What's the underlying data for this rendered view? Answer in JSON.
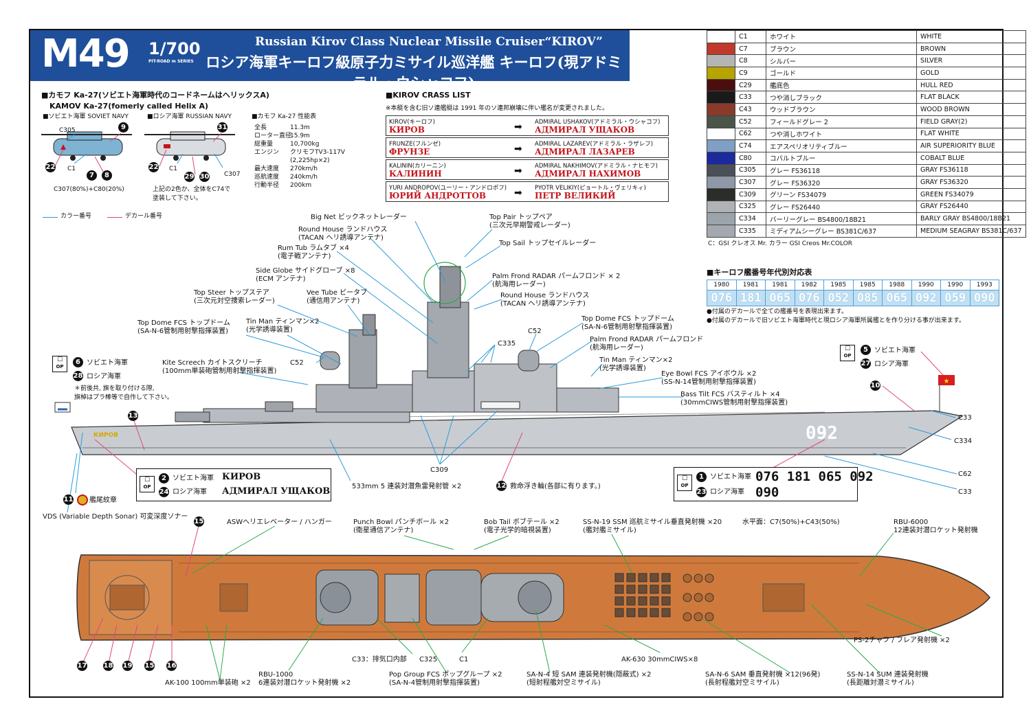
{
  "header": {
    "model": "M49",
    "scale": "1/700",
    "series": "PIT-ROAD m SERIES",
    "title_en": "Russian Kirov Class Nuclear Missile Cruiser“KIROV”",
    "title_jp": "ロシア海軍キーロフ級原子力ミサイル巡洋艦 キーロフ(現アドミラル・ウシャコフ)"
  },
  "helicopter": {
    "heading_jp": "■カモフ Ka-27(ソビエト海軍時代のコードネームはヘリックスA)",
    "heading_en": "KAMOV Ka-27(fomerly called Helix A)",
    "soviet_label": "■ソビエト海軍 SOVIET NAVY",
    "russian_label": "■ロシア海軍 RUSSIAN NAVY",
    "spec_label": "■カモフ Ka-27 性能表",
    "specs": [
      {
        "k": "全長",
        "v": "11.3m"
      },
      {
        "k": "ローター直径",
        "v": "15.9m"
      },
      {
        "k": "総重量",
        "v": "10,700kg"
      },
      {
        "k": "エンジン",
        "v": "クリモフTV3-117V"
      },
      {
        "k": "",
        "v": "(2,225hp×2)"
      },
      {
        "k": "最大速度",
        "v": "270km/h"
      },
      {
        "k": "巡航速度",
        "v": "240km/h"
      },
      {
        "k": "行動半径",
        "v": "200km"
      }
    ],
    "soviet_color_top": "C305",
    "soviet_decal_top": "9",
    "soviet_decal_left": "22",
    "soviet_color_left": "C1",
    "soviet_decal_7": "7",
    "soviet_decal_8": "8",
    "soviet_mix": "C307(80%)+C80(20%)",
    "russian_decal_top": "31",
    "russian_decal_left": "22",
    "russian_color_left": "C1",
    "russian_decal_29": "29",
    "russian_decal_30": "30",
    "russian_color_right": "C307",
    "note_line1": "上記の2色か、全体をC74で",
    "note_line2": "塗装して下さい。"
  },
  "legend": {
    "color_no": "カラー番号",
    "decal_no": "デカール番号"
  },
  "kirov_list": {
    "heading": "■KIROV CRASS LIST",
    "note": "※本艇を含む旧ソ連艦艇は 1991 年のソ連邦崩壊に伴い艦名が変更されました。",
    "rows": [
      {
        "old_en": "KIROV(キーロフ)",
        "old_ru": "КИРОВ",
        "new_en": "ADMIRAL USHAKOV(アドミラル・ウシャコフ)",
        "new_ru": "АДМИРАЛ УЩАКОВ"
      },
      {
        "old_en": "FRUNZE(フルンゼ)",
        "old_ru": "ФРУНЗЕ",
        "new_en": "ADMIRAL LAZAREV(アドミラル・ラザレフ)",
        "new_ru": "АДМИРАЛ ЛАЗАРЕВ"
      },
      {
        "old_en": "KALININ(カリーニン)",
        "old_ru": "КАЛИНИН",
        "new_en": "ADMIRAL NAKHIMOV(アドミラル・ナヒモフ)",
        "new_ru": "АДМИРАЛ НАХИМОВ"
      },
      {
        "old_en": "YURI ANDROPOV(ユーリー・アンドロポフ)",
        "old_ru": "ЮРИЙ АНДРОТТОВ",
        "new_en": "PYOTR VELIKIY(ピョートル・ヴェリキィ)",
        "new_ru": "ПЕТР ВЕЛИКИЙ"
      }
    ],
    "arrow": "➡"
  },
  "colors": {
    "rows": [
      {
        "code": "C1",
        "jp": "ホワイト",
        "en": "WHITE",
        "hex": "#ffffff"
      },
      {
        "code": "C7",
        "jp": "ブラウン",
        "en": "BROWN",
        "hex": "#c0392b"
      },
      {
        "code": "C8",
        "jp": "シルバー",
        "en": "SILVER",
        "hex": "#b5b5b5"
      },
      {
        "code": "C9",
        "jp": "ゴールド",
        "en": "GOLD",
        "hex": "#b8a400"
      },
      {
        "code": "C29",
        "jp": "艦底色",
        "en": "HULL RED",
        "hex": "#4a0e0e"
      },
      {
        "code": "C33",
        "jp": "つや消しブラック",
        "en": "FLAT BLACK",
        "hex": "#1a1a1a"
      },
      {
        "code": "C43",
        "jp": "ウッドブラウン",
        "en": "WOOD BROWN",
        "hex": "#8a3a2a"
      },
      {
        "code": "C52",
        "jp": "フィールドグレー 2",
        "en": "FIELD GRAY(2)",
        "hex": "#4b5448"
      },
      {
        "code": "C62",
        "jp": "つや消しホワイト",
        "en": "FLAT WHITE",
        "hex": "#ffffff"
      },
      {
        "code": "C74",
        "jp": "エアスペリオリティブルー",
        "en": "AIR SUPERIORITY BLUE",
        "hex": "#7f9fc4"
      },
      {
        "code": "C80",
        "jp": "コバルトブルー",
        "en": "COBALT BLUE",
        "hex": "#1c2a9e"
      },
      {
        "code": "C305",
        "jp": "グレー FS36118",
        "en": "GRAY FS36118",
        "hex": "#4a5058"
      },
      {
        "code": "C307",
        "jp": "グレー FS36320",
        "en": "GRAY FS36320",
        "hex": "#8e98a6"
      },
      {
        "code": "C309",
        "jp": "グリーン FS34079",
        "en": "GREEN FS34079",
        "hex": "#2a2d28"
      },
      {
        "code": "C325",
        "jp": "グレー FS26440",
        "en": "GRAY FS26440",
        "hex": "#b0b3b5"
      },
      {
        "code": "C334",
        "jp": "バーリーグレー BS4800/18B21",
        "en": "BARLY GRAY BS4800/18B21",
        "hex": "#9ba3ab"
      },
      {
        "code": "C335",
        "jp": "ミディアムシーグレー BS381C/637",
        "en": "MEDIUM SEAGRAY BS381C/637",
        "hex": "#a4a9af"
      }
    ],
    "footnote": "C：GSI クレオス Mr. カラー GSI Creos Mr.COLOR"
  },
  "hull_numbers": {
    "heading": "■キーロフ艦番号年代別対応表",
    "years": [
      "1980",
      "1981",
      "1981",
      "1982",
      "1985",
      "1985",
      "1988",
      "1990",
      "1990",
      "1993"
    ],
    "numbers": [
      "076",
      "181",
      "065",
      "076",
      "052",
      "085",
      "065",
      "092",
      "059",
      "090"
    ],
    "note1": "●付属のデカールで全ての艦番号を表現出来ます。",
    "note2": "●付属のデカールで旧ソビエト海軍時代と現ロシア海軍所属艦とを作り分ける事が出来ます。"
  },
  "side_callouts": {
    "big_net": "Big Net ビックネットレーダー",
    "round_house_1": "Round House ランドハウス",
    "round_house_1b": "(TACAN ヘリ誘導アンテナ)",
    "rum_tub": "Rum Tub ラムタブ ×4",
    "rum_tub_b": "(電子戦アンテナ)",
    "side_globe": "Side Globe サイドグローブ ×8",
    "side_globe_b": "(ECM アンテナ)",
    "top_steer": "Top Steer トップステア",
    "top_steer_b": "(三次元対空捜索レーダー)",
    "vee_tube": "Vee Tube ビータブ",
    "vee_tube_b": "(通信用アンテナ)",
    "top_dome_1": "Top Dome FCS トップドーム",
    "top_dome_1b": "(SA-N-6管制用射撃指揮装置)",
    "tin_man_1": "Tin Man ティンマン×2",
    "tin_man_1b": "(光学誘導装置)",
    "kite_screech": "Kite Screech カイトスクリーチ",
    "kite_screech_b": "(100mm単装砲管制用射撃指揮装置)",
    "c52_left": "C52",
    "top_pair": "Top Pair トップペア",
    "top_pair_b": "(三次元早期警戒レーダー)",
    "top_sail": "Top Sail トップセイルレーダー",
    "palm_frond_1": "Palm Frond RADAR パームフロンド × 2",
    "palm_frond_1b": "(航海用レーダー)",
    "round_house_2": "Round House ランドハウス",
    "round_house_2b": "(TACAN ヘリ誘導アンテナ)",
    "top_dome_2": "Top Dome FCS トップドーム",
    "top_dome_2b": "(SA-N-6管制用射撃指揮装置)",
    "c52_right": "C52",
    "c335": "C335",
    "palm_frond_2": "Palm Frond RADAR パームフロンド",
    "palm_frond_2b": "(航海用レーダー)",
    "tin_man_2": "Tin Man ティンマン×2",
    "tin_man_2b": "(光学誘導装置)",
    "eye_bowl": "Eye Bowl FCS アイボウル ×2",
    "eye_bowl_b": "(SS-N-14管制用射撃指揮装置)",
    "bass_tilt": "Bass Tilt FCS バスティルト ×4",
    "bass_tilt_b": "(30mmCIWS管制用射撃指揮装置)",
    "c33_a": "C33",
    "c334": "C334",
    "c62": "C62",
    "c33_b": "C33",
    "c309": "C309",
    "torpedo": "533mm 5 連装対潜魚雷発射管 ×2",
    "lifebuoy": "救命浮き輪(各部に有ります。)",
    "vds": "VDS (Variable Depth Sonar) 可変深度ソナー",
    "emblem": "艦尾紋章",
    "hull_side_no": "092",
    "stern_name": "КИРОВ"
  },
  "flags": {
    "stern_soviet": "ソビエト海軍",
    "stern_russian": "ロシア海軍",
    "stern_soviet_no": "6",
    "stern_russian_no": "28",
    "stern_note1": "＊前後共, 旗を取り付ける際,",
    "stern_note2": "旗棹はプラ棒等で自作して下さい。",
    "bow_soviet": "ソビエト海軍",
    "bow_russian": "ロシア海軍",
    "bow_soviet_no": "5",
    "bow_russian_no": "27",
    "op": "OP"
  },
  "name_box": {
    "soviet_no": "2",
    "russian_no": "24",
    "soviet": "ソビエト海軍",
    "russian": "ロシア海軍",
    "soviet_name": "КИРОВ",
    "russian_name": "АДМИРАЛ УЩАКОВ"
  },
  "number_box": {
    "soviet_no": "1",
    "russian_no": "23",
    "soviet": "ソビエト海軍",
    "russian": "ロシア海軍",
    "soviet_nums": "076 181 065 092",
    "russian_nums": "090"
  },
  "decals": {
    "d10": "10",
    "d11": "11",
    "d12": "12",
    "d13": "13",
    "d15a": "15",
    "d15b": "15",
    "d16": "16",
    "d17": "17",
    "d18": "18",
    "d19": "19"
  },
  "deck_callouts": {
    "asw_elevator": "ASWヘリエレベーター / ハンガー",
    "punch_bowl": "Punch Bowl パンチボール ×2",
    "punch_bowl_b": "(衛星通信アンテナ)",
    "bob_tail": "Bob Tail ボブテール ×2",
    "bob_tail_b": "(電子光学的暗視装置)",
    "ssn19": "SS-N-19 SSM 巡航ミサイル垂直発射機 ×20",
    "ssn19_b": "(艦対艦ミサイル)",
    "deck_color": "水平面：C7(50%)+C43(50%)",
    "rbu6000": "RBU-6000",
    "rbu6000_b": "12連装対潜ロケット発射機",
    "ps2": "PS-2チャフ / フレア発射機 ×2",
    "c33_exhaust": "C33：排気口内部",
    "c325": "C325",
    "c1": "C1",
    "ak630": "AK-630 30mmCIWS×8",
    "rbu1000": "RBU-1000",
    "rbu1000_b": "6連装対潜ロケット発射機 ×2",
    "ak100": "AK-100 100mm単装砲 ×2",
    "pop_group": "Pop Group FCS ポップグループ ×2",
    "pop_group_b": "(SA-N-4管制用射撃指揮装置)",
    "san4": "SA-N-4 短 SAM 連装発射機(隠蔽式) ×2",
    "san4_b": "(短射程艦対空ミサイル)",
    "san6": "SA-N-6 SAM 垂直発射機 ×12(96発)",
    "san6_b": "(長射程艦対空ミサイル)",
    "ssn14": "SS-N-14 SUM 連装発射機",
    "ssn14_b": "(長距離対潜ミサイル)"
  }
}
